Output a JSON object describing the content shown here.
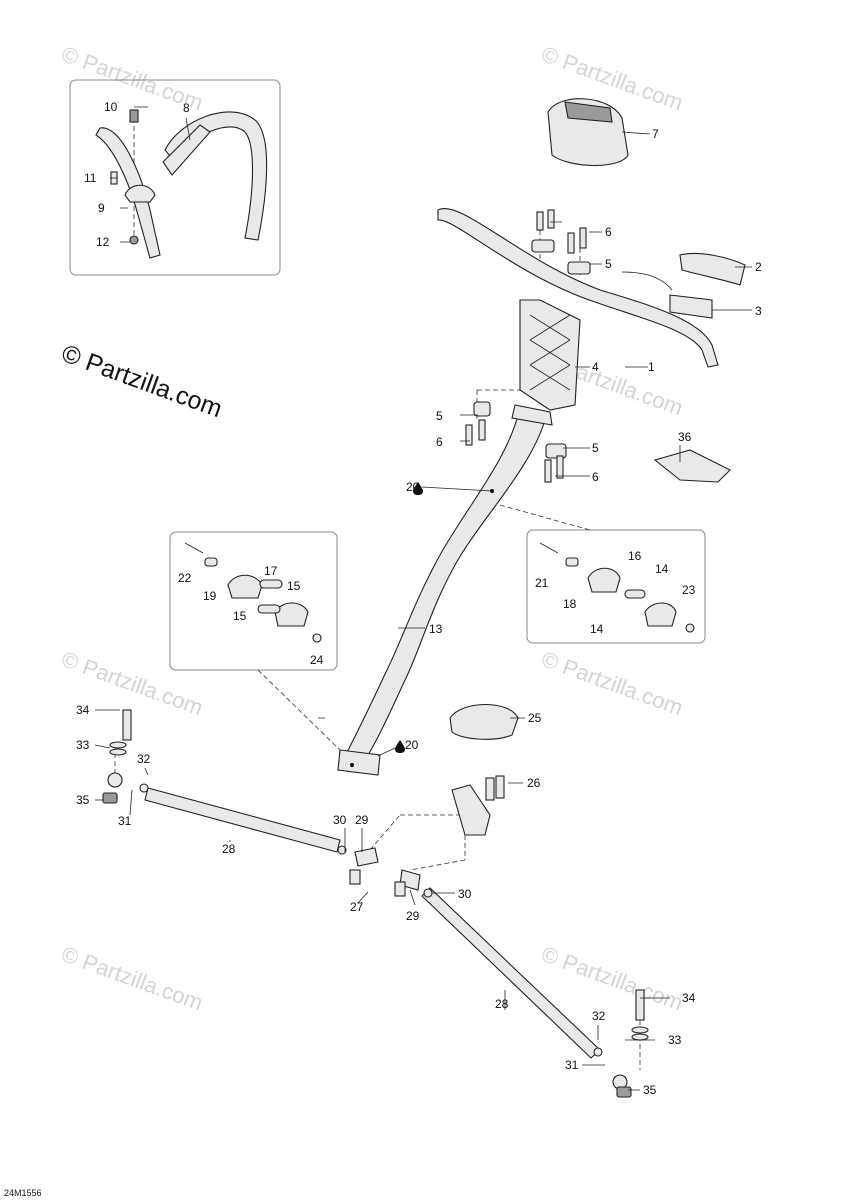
{
  "watermark": {
    "main_text": "© Partzilla.com",
    "faint_text": "© Partzilla.com"
  },
  "drawing_ref": "24M1556",
  "callouts": {
    "c1": "1",
    "c2": "2",
    "c3": "3",
    "c4": "4",
    "c5a": "5",
    "c5b": "5",
    "c5c": "5",
    "c6a": "6",
    "c6b": "6",
    "c6c": "6",
    "c7": "7",
    "c8": "8",
    "c9": "9",
    "c10": "10",
    "c11": "11",
    "c12": "12",
    "c13": "13",
    "c14a": "14",
    "c14b": "14",
    "c15a": "15",
    "c15b": "15",
    "c16": "16",
    "c17": "17",
    "c18": "18",
    "c19": "19",
    "c20a": "20",
    "c20b": "20",
    "c21": "21",
    "c22": "22",
    "c23": "23",
    "c24": "24",
    "c25": "25",
    "c26": "26",
    "c27": "27",
    "c28a": "28",
    "c28b": "28",
    "c29a": "29",
    "c29b": "29",
    "c30a": "30",
    "c30b": "30",
    "c31a": "31",
    "c31b": "31",
    "c32a": "32",
    "c32b": "32",
    "c33a": "33",
    "c33b": "33",
    "c34a": "34",
    "c34b": "34",
    "c35a": "35",
    "c35b": "35",
    "c36": "36"
  }
}
